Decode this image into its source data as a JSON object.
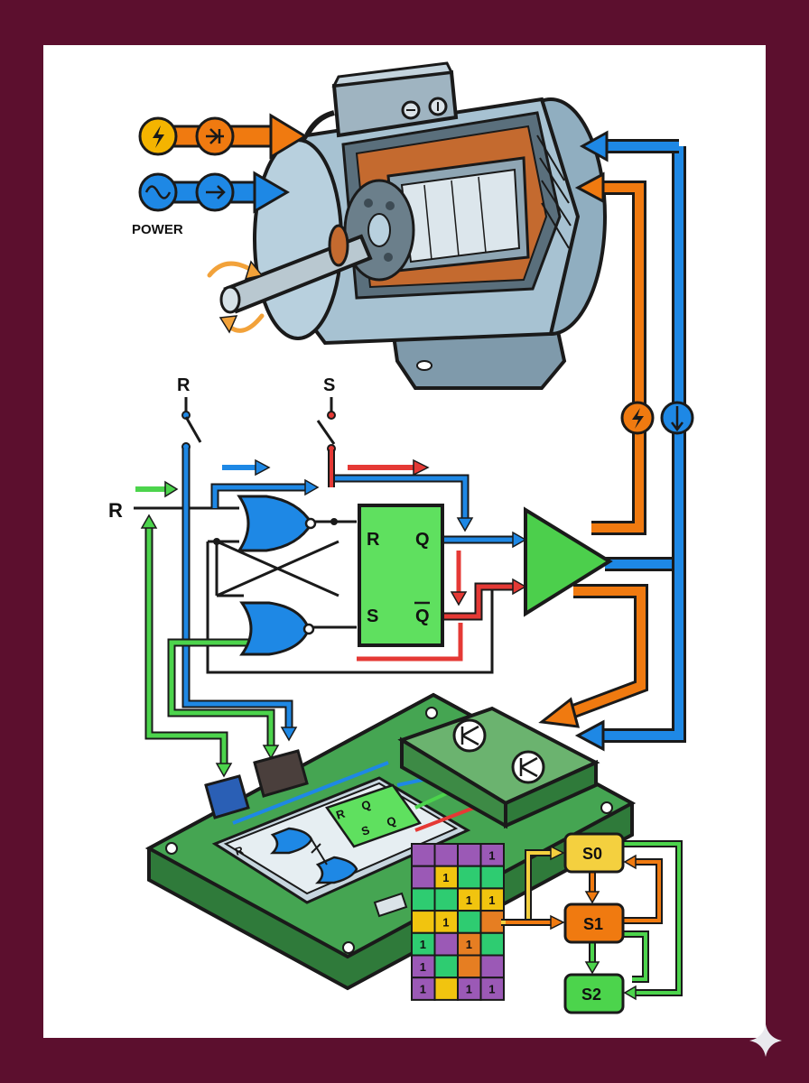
{
  "title": "",
  "labels": {
    "power": "POWER",
    "switch_r": "R",
    "switch_s": "S",
    "input_r": "R",
    "latch_r": "R",
    "latch_s": "S",
    "latch_q": "Q",
    "latch_qbar": "Q",
    "chip_r": "R",
    "chip_q": "Q",
    "chip_s": "S",
    "chip_qbar": "Q",
    "chip_gate_r": "R"
  },
  "states": [
    "S0",
    "S1",
    "S2"
  ],
  "truth_grid": [
    [
      "",
      "",
      "",
      "1"
    ],
    [
      "",
      "1",
      "",
      ""
    ],
    [
      "",
      "",
      "1",
      "1"
    ],
    [
      "",
      "1",
      "",
      ""
    ],
    [
      "1",
      "",
      "1",
      ""
    ],
    [
      "1",
      "",
      "",
      ""
    ],
    [
      "1",
      "",
      "1",
      "1"
    ]
  ],
  "grid_colors": [
    [
      "#9b59b6",
      "#9b59b6",
      "#9b59b6",
      "#9b59b6"
    ],
    [
      "#9b59b6",
      "#f1c40f",
      "#2ecc71",
      "#2ecc71"
    ],
    [
      "#2ecc71",
      "#2ecc71",
      "#f1c40f",
      "#f1c40f"
    ],
    [
      "#f1c40f",
      "#f1c40f",
      "#2ecc71",
      "#e67e22"
    ],
    [
      "#2ecc71",
      "#9b59b6",
      "#e67e22",
      "#2ecc71"
    ],
    [
      "#9b59b6",
      "#2ecc71",
      "#e67e22",
      "#9b59b6"
    ],
    [
      "#9b59b6",
      "#f1c40f",
      "#9b59b6",
      "#9b59b6"
    ]
  ],
  "colors": {
    "frame": "#5c0f2e",
    "blue_wire": "#1e88e5",
    "orange_wire": "#f07a10",
    "red_wire": "#e53935",
    "green_wire": "#4cd44c",
    "pcb": "#3e9a4a",
    "latch": "#5fe05f",
    "amp": "#4ccf4c"
  },
  "icons": [
    "lightning-icon",
    "diode-icon",
    "sine-wave-icon",
    "arrow-right-icon",
    "rotation-arrow-icon",
    "transistor-icon",
    "sparkle-icon"
  ]
}
